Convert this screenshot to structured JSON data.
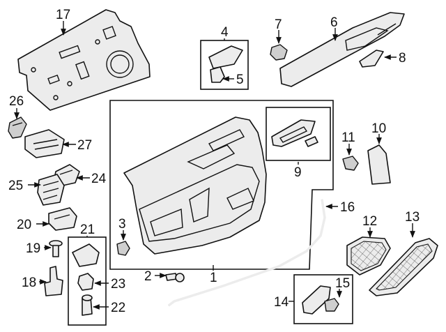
{
  "callouts": [
    {
      "id": "c1",
      "num": "1"
    },
    {
      "id": "c2",
      "num": "2"
    },
    {
      "id": "c3",
      "num": "3"
    },
    {
      "id": "c4",
      "num": "4"
    },
    {
      "id": "c5",
      "num": "5"
    },
    {
      "id": "c6",
      "num": "6"
    },
    {
      "id": "c7",
      "num": "7"
    },
    {
      "id": "c8",
      "num": "8"
    },
    {
      "id": "c9",
      "num": "9"
    },
    {
      "id": "c10",
      "num": "10"
    },
    {
      "id": "c11",
      "num": "11"
    },
    {
      "id": "c12",
      "num": "12"
    },
    {
      "id": "c13",
      "num": "13"
    },
    {
      "id": "c14",
      "num": "14"
    },
    {
      "id": "c15",
      "num": "15"
    },
    {
      "id": "c16",
      "num": "16"
    },
    {
      "id": "c17",
      "num": "17"
    },
    {
      "id": "c18",
      "num": "18"
    },
    {
      "id": "c19",
      "num": "19"
    },
    {
      "id": "c20",
      "num": "20"
    },
    {
      "id": "c21",
      "num": "21"
    },
    {
      "id": "c22",
      "num": "22"
    },
    {
      "id": "c23",
      "num": "23"
    },
    {
      "id": "c24",
      "num": "24"
    },
    {
      "id": "c25",
      "num": "25"
    },
    {
      "id": "c26",
      "num": "26"
    },
    {
      "id": "c27",
      "num": "27"
    }
  ]
}
